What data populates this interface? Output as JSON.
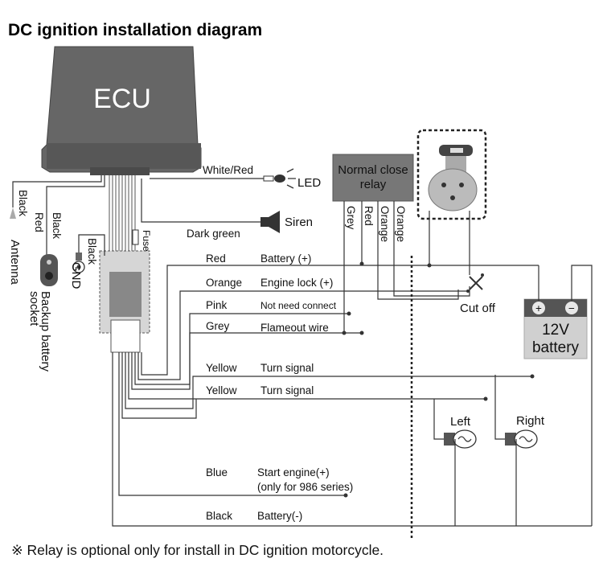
{
  "title": "DC ignition installation diagram",
  "ecu": {
    "label": "ECU"
  },
  "top_wires": {
    "white_red": "White/Red",
    "led": "LED",
    "dark_green": "Dark green",
    "siren": "Siren"
  },
  "left_wires": {
    "black_antenna": "Black",
    "antenna": "Antenna",
    "red": "Red",
    "black_backup": "Black",
    "backup_socket_1": "Backup battery",
    "backup_socket_2": "socket",
    "black_gnd": "Black",
    "gnd": "GND",
    "fuse": "Fuse"
  },
  "relay": {
    "line1": "Normal close",
    "line2": "relay",
    "wires": [
      "Grey",
      "Red",
      "Orange",
      "Orange"
    ]
  },
  "switch": {
    "cut_off": "Cut off"
  },
  "battery": {
    "plus": "+",
    "minus": "−",
    "line1": "12V",
    "line2": "battery"
  },
  "bulbs": {
    "left": "Left",
    "right": "Right"
  },
  "wires": [
    {
      "color": "Red",
      "function": "Battery (+)"
    },
    {
      "color": "Orange",
      "function": "Engine lock (+)"
    },
    {
      "color": "Pink",
      "function": "Not need connect"
    },
    {
      "color": "Grey",
      "function": "Flameout wire"
    },
    {
      "color": "Yellow",
      "function": "Turn signal"
    },
    {
      "color": "Yellow",
      "function": "Turn signal"
    },
    {
      "color": "Blue",
      "function": "Start engine(+)",
      "function_2": "(only for 986 series)"
    },
    {
      "color": "Black",
      "function": "Battery(-)"
    }
  ],
  "note": "※ Relay is optional only for install in DC ignition motorcycle."
}
